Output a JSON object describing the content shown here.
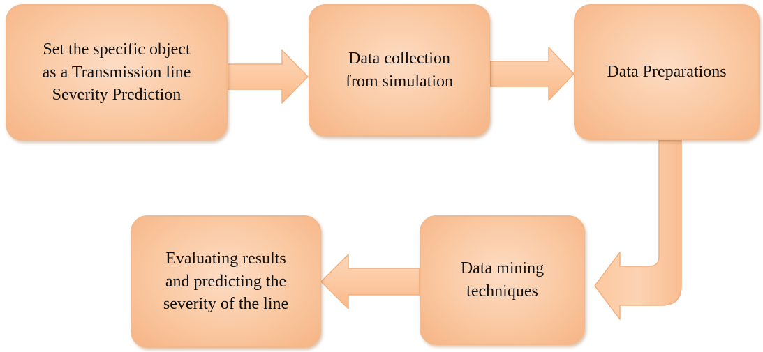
{
  "diagram": {
    "steps": [
      {
        "id": "b1",
        "lines": [
          "Set the specific object",
          "as a Transmission line",
          "Severity Prediction"
        ]
      },
      {
        "id": "b2",
        "lines": [
          "Data collection",
          "from simulation"
        ]
      },
      {
        "id": "b3",
        "lines": [
          "Data Preparations"
        ]
      },
      {
        "id": "b4",
        "lines": [
          "Data mining",
          "techniques"
        ]
      },
      {
        "id": "b5",
        "lines": [
          "Evaluating results",
          "and predicting the",
          "severity of the line"
        ]
      }
    ],
    "colors": {
      "box_fill": "#fac8a1",
      "box_border": "#f1b98c",
      "arrow_fill": "#fbc59c",
      "arrow_stroke": "#f2b07e",
      "text": "#111111"
    }
  }
}
